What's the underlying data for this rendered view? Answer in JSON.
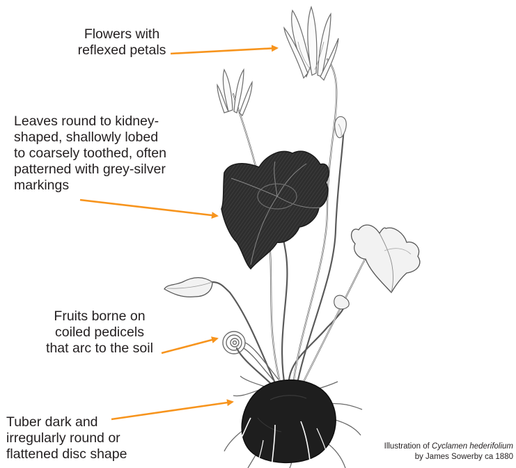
{
  "labels": {
    "flowers": {
      "lines": [
        "Flowers with",
        "reflexed petals"
      ]
    },
    "leaves": {
      "lines": [
        "Leaves round to kidney-",
        "shaped, shallowly lobed",
        "to coarsely toothed, often",
        "patterned with grey-silver",
        "markings"
      ]
    },
    "fruits": {
      "lines": [
        "Fruits borne on",
        "coiled pedicels",
        "that arc to the soil"
      ]
    },
    "tuber": {
      "lines": [
        "Tuber dark and",
        "irregularly round or",
        "flattened disc shape"
      ]
    }
  },
  "caption": {
    "line1_prefix": "Illustration of ",
    "line1_species": "Cyclamen hederifolium",
    "line2": "by James Sowerby ca 1880"
  },
  "colors": {
    "arrow": "#f7941d",
    "text": "#231f20",
    "tuber": "#1e1e1e",
    "leaf_dark": "#2b2b2b",
    "line_art": "#555555"
  }
}
